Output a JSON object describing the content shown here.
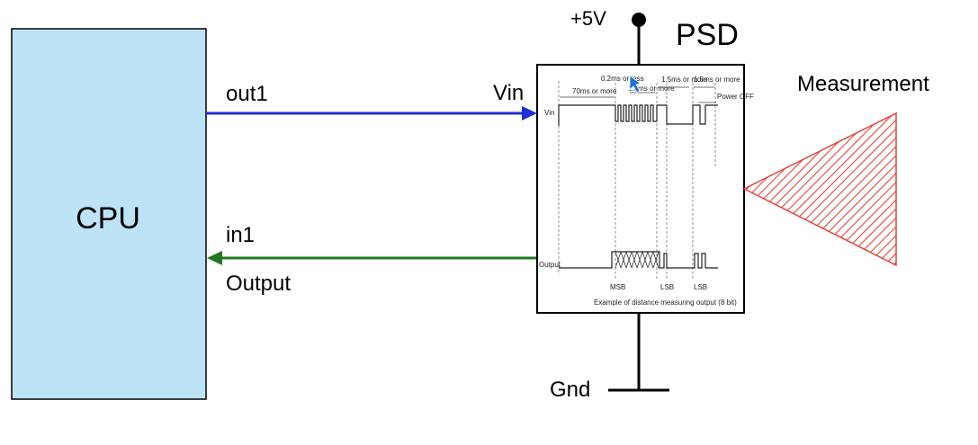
{
  "cpu": {
    "label": "CPU",
    "fill": "#bde3f6"
  },
  "signals": {
    "out1": {
      "label": "out1",
      "color": "#1f2fd4"
    },
    "in1": {
      "label": "in1",
      "sublabel": "Output",
      "color": "#1f7a1f"
    }
  },
  "psd": {
    "label": "PSD",
    "vin_label": "Vin",
    "power_label": "+5V",
    "ground_label": "Gnd",
    "timing": {
      "vin_label": "Vin",
      "output_label": "Output",
      "t1": "70ms or more",
      "t2": "0.2ms or less",
      "t3": "1.0ms or more",
      "t4": "1.5ms or more",
      "t5": "1.5ms or more",
      "power_off": "Power OFF",
      "msb": "MSB",
      "lsb_mid": "LSB",
      "lsb": "LSB",
      "caption": "Example of distance measuring output (8 bit)"
    }
  },
  "measurement": {
    "label": "Measurement",
    "color": "#e2443a"
  },
  "cursor_color": "#1f6fd6"
}
